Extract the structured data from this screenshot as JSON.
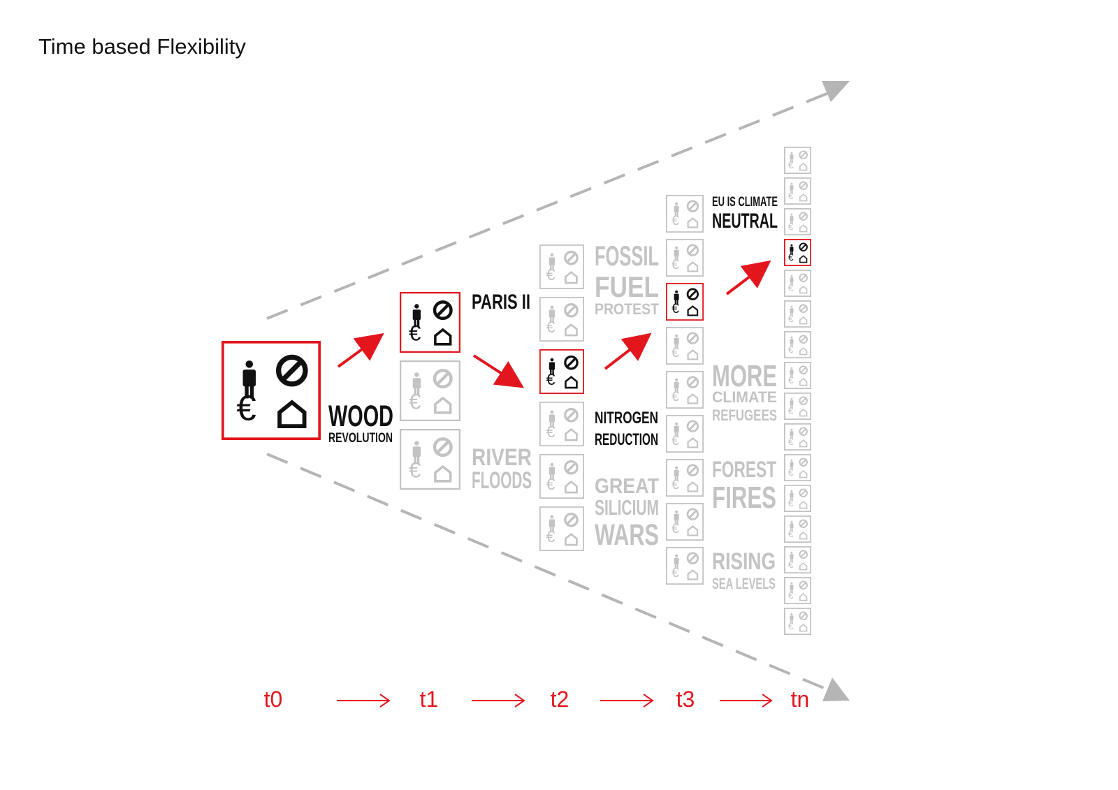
{
  "title": "Time based Flexibility",
  "colors": {
    "accent": "#e3161d",
    "active": "#111111",
    "inactive": "#c3c3c3",
    "guide": "#b5b5b5"
  },
  "icons": [
    "person-icon",
    "prohibited-icon",
    "euro-icon",
    "house-icon"
  ],
  "euro_symbol": "€",
  "timeline": {
    "labels": [
      "t0",
      "t1",
      "t2",
      "t3",
      "tn"
    ],
    "arrow_glyph": "⟶"
  },
  "stages": [
    {
      "label": "t0",
      "modules": 1,
      "active_module": 1
    },
    {
      "label": "t1",
      "modules": 3,
      "active_module": 1
    },
    {
      "label": "t2",
      "modules": 6,
      "active_module": 3
    },
    {
      "label": "t3",
      "modules": 9,
      "active_module": 3
    },
    {
      "label": "tn",
      "modules": 16,
      "active_module": 4
    }
  ],
  "events": {
    "wood": {
      "line1": "WOOD",
      "line2": "REVOLUTION",
      "state": "active"
    },
    "paris": {
      "line1": "PARIS II",
      "state": "active"
    },
    "river": {
      "line1": "RIVER",
      "line2": "FLOODS",
      "state": "inactive"
    },
    "fossil": {
      "line1": "FOSSIL",
      "line2": "FUEL",
      "line3": "PROTEST",
      "state": "inactive"
    },
    "nitrogen": {
      "line1": "NITROGEN",
      "line2": "REDUCTION",
      "state": "active"
    },
    "silicium": {
      "line1": "GREAT",
      "line2": "SILICIUM",
      "line3": "WARS",
      "state": "inactive"
    },
    "eu": {
      "line1": "EU IS CLIMATE",
      "line2": "NEUTRAL",
      "state": "active"
    },
    "climate": {
      "line1": "MORE",
      "line2": "CLIMATE",
      "line3": "REFUGEES",
      "state": "inactive"
    },
    "forest": {
      "line1": "FOREST",
      "line2": "FIRES",
      "state": "inactive"
    },
    "sea": {
      "line1": "RISING",
      "line2": "SEA LEVELS",
      "state": "inactive"
    }
  }
}
